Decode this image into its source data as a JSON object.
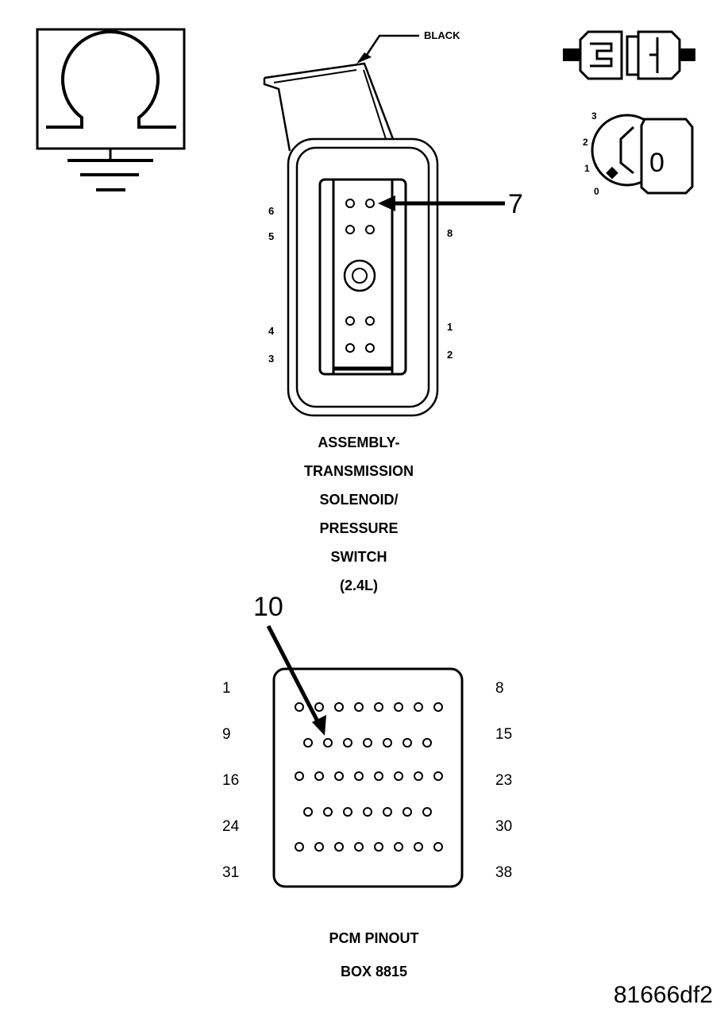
{
  "wire_color_label": "BLACK",
  "callouts": {
    "solenoid_pin": "7",
    "pcm_pin": "10"
  },
  "ignition": {
    "positions": [
      "3",
      "2",
      "1",
      "0"
    ],
    "key_label": "0"
  },
  "solenoid_connector": {
    "pin_labels": {
      "p6": "6",
      "p5": "5",
      "p4": "4",
      "p3": "3",
      "p8": "8",
      "p1": "1",
      "p2": "2"
    },
    "caption": [
      "ASSEMBLY-",
      "TRANSMISSION",
      "SOLENOID/",
      "PRESSURE",
      "SWITCH",
      "(2.4L)"
    ]
  },
  "pcm_connector": {
    "left_labels": [
      "1",
      "9",
      "16",
      "24",
      "31"
    ],
    "right_labels": [
      "8",
      "15",
      "23",
      "30",
      "38"
    ],
    "caption": [
      "PCM PINOUT",
      "BOX 8815"
    ]
  },
  "figure_id": "81666df2"
}
